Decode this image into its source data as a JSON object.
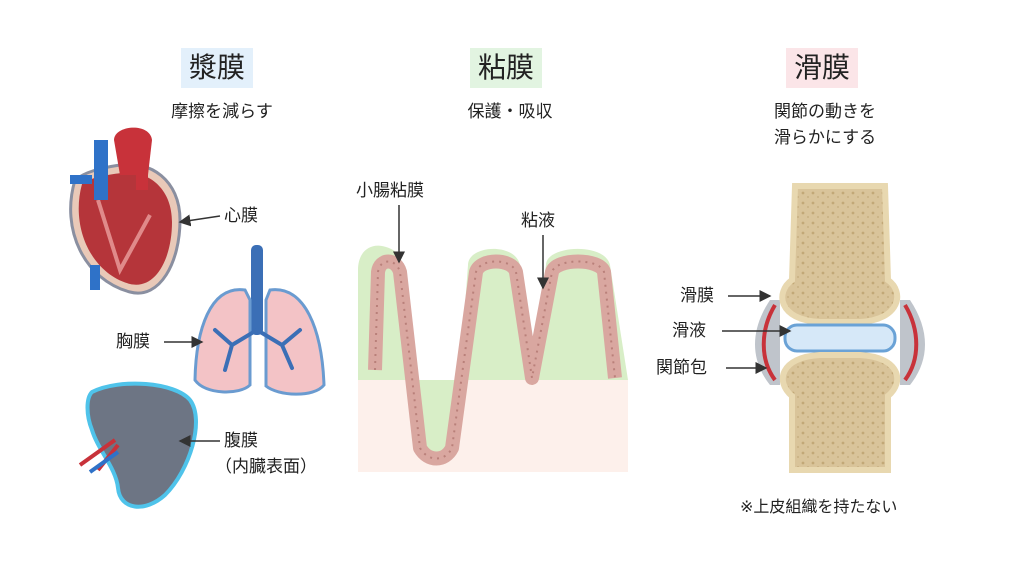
{
  "serous": {
    "title": "漿膜",
    "function": "摩擦を減らす",
    "labels": {
      "pericardium": "心膜",
      "pleura": "胸膜",
      "peritoneum": "腹膜",
      "peritoneum_note": "（内臓表面）"
    }
  },
  "mucous": {
    "title": "粘膜",
    "function": "保護・吸収",
    "labels": {
      "small_intestine_mucosa": "小腸粘膜",
      "mucus": "粘液"
    }
  },
  "synovial": {
    "title": "滑膜",
    "function_line1": "関節の動きを",
    "function_line2": "滑らかにする",
    "labels": {
      "synovial_membrane": "滑膜",
      "synovial_fluid": "滑液",
      "joint_capsule": "関節包"
    },
    "note": "※上皮組織を持たない"
  },
  "colors": {
    "serous_tag": "#e3f0fb",
    "mucous_tag": "#e2f4e1",
    "synovial_tag": "#fbe5e8"
  }
}
